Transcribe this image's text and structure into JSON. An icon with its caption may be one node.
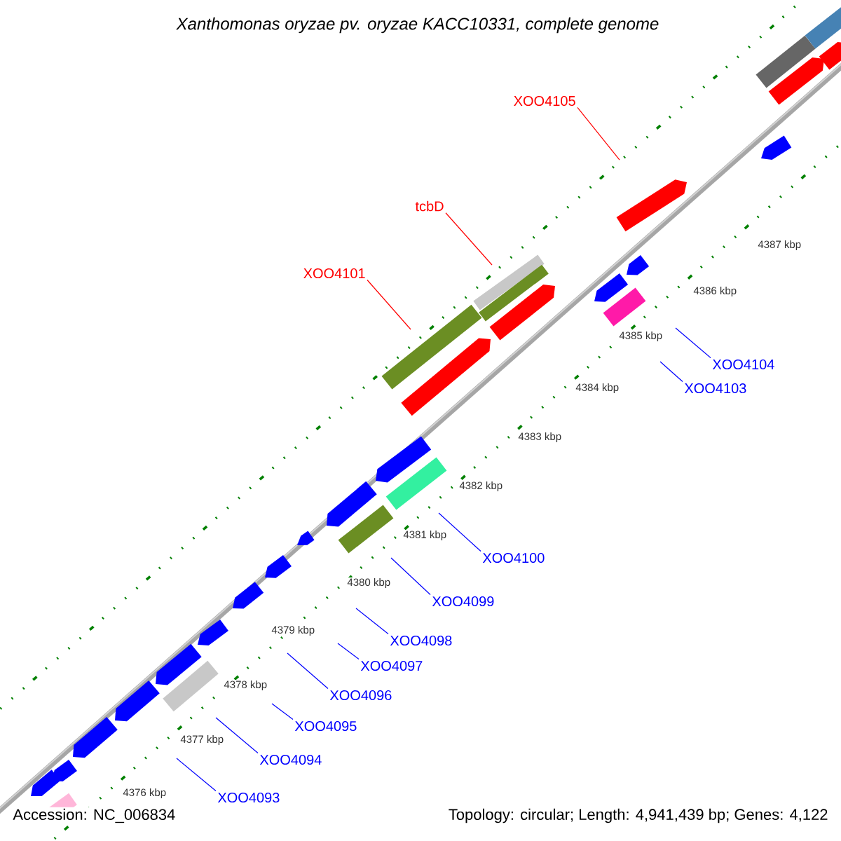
{
  "diagram": {
    "title": "Xanthomonas oryzae pv. oryzae KACC10331, complete genome",
    "nodes": [
      {
        "text": [
          "XOO4105"
        ]
      },
      {
        "text": [
          "tcbD"
        ]
      },
      {
        "text": [
          "XOO4101"
        ]
      },
      {
        "text": [
          "XOO4104"
        ]
      },
      {
        "text": [
          "XOO4103"
        ]
      },
      {
        "text": [
          "XOO4100"
        ]
      },
      {
        "text": [
          "XOO4099"
        ]
      },
      {
        "text": [
          "XOO4098"
        ]
      },
      {
        "text": [
          "XOO4097"
        ]
      },
      {
        "text": [
          "XOO4096"
        ]
      },
      {
        "text": [
          "XOO4095"
        ]
      },
      {
        "text": [
          "XOO4094"
        ]
      },
      {
        "text": [
          "XOO4093"
        ]
      }
    ],
    "edges": [
      {
        "from": 0,
        "to": null,
        "arrow": "none",
        "color": "#ff0000"
      },
      {
        "from": 1,
        "to": null,
        "arrow": "none",
        "color": "#ff0000"
      },
      {
        "from": 2,
        "to": null,
        "arrow": "none",
        "color": "#ff0000"
      },
      {
        "from": 3,
        "to": null,
        "arrow": "none"
      },
      {
        "from": 4,
        "to": null,
        "arrow": "none"
      },
      {
        "from": 5,
        "to": null,
        "arrow": "none"
      },
      {
        "from": 6,
        "to": null,
        "arrow": "none"
      },
      {
        "from": 7,
        "to": null,
        "arrow": "none"
      },
      {
        "from": 8,
        "to": null,
        "arrow": "none"
      },
      {
        "from": 9,
        "to": null,
        "arrow": "none"
      },
      {
        "from": 10,
        "to": null,
        "arrow": "none"
      },
      {
        "from": 11,
        "to": null,
        "arrow": "none"
      },
      {
        "from": 12,
        "to": null,
        "arrow": "none"
      }
    ],
    "labels": [
      "4387 kbp",
      "4386 kbp",
      "4385 kbp",
      "4384 kbp",
      "4383 kbp",
      "4382 kbp",
      "4381 kbp",
      "4380 kbp",
      "4379 kbp",
      "4378 kbp",
      "4377 kbp",
      "4376 kbp",
      "Accession: NC_006834",
      "Topology: circular; Length: 4,941,439 bp; Genes: 4,122"
    ]
  }
}
